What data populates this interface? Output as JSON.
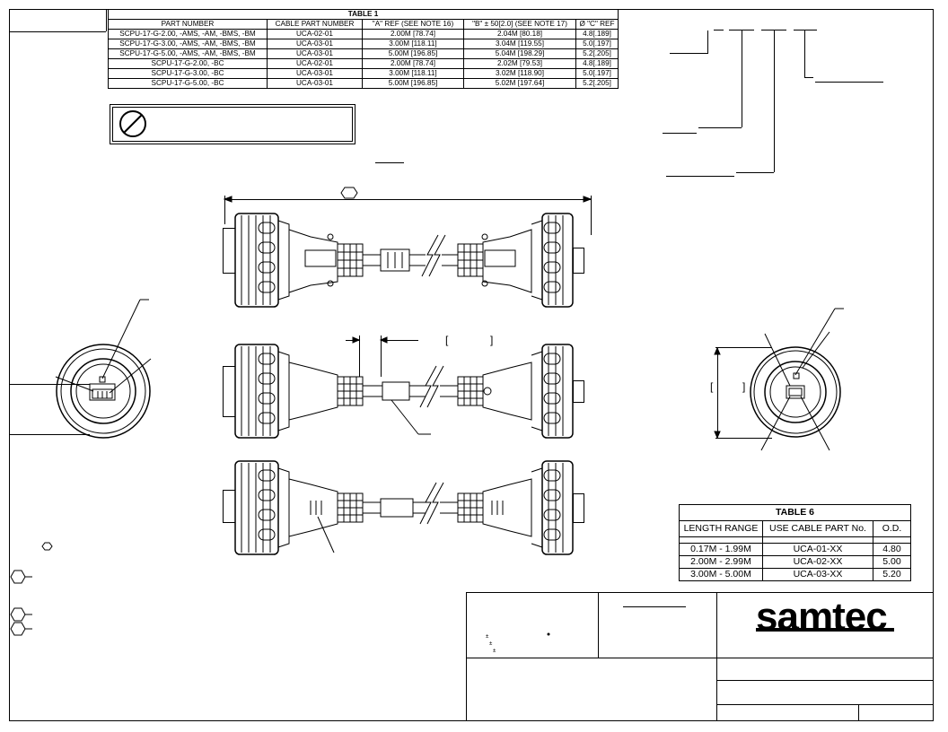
{
  "table1": {
    "title": "TABLE 1",
    "headers": [
      "PART NUMBER",
      "CABLE PART NUMBER",
      "\"A\" REF (SEE NOTE 16)",
      "\"B\" ± 50[2.0] (SEE NOTE 17)",
      "Ø \"C\" REF"
    ],
    "rows": [
      [
        "SCPU-17-G-2.00, -AMS, -AM, -BMS, -BM",
        "UCA-02-01",
        "2.00M [78.74]",
        "2.04M [80.18]",
        "4.8[.189]"
      ],
      [
        "SCPU-17-G-3.00, -AMS, -AM, -BMS, -BM",
        "UCA-03-01",
        "3.00M [118.11]",
        "3.04M [119.55]",
        "5.0[.197]"
      ],
      [
        "SCPU-17-G-5.00, -AMS, -AM, -BMS, -BM",
        "UCA-03-01",
        "5.00M [196.85]",
        "5.04M [198.29]",
        "5.2[.205]"
      ],
      [
        "SCPU-17-G-2.00, -BC",
        "UCA-02-01",
        "2.00M [78.74]",
        "2.02M [79.53]",
        "4.8[.189]"
      ],
      [
        "SCPU-17-G-3.00, -BC",
        "UCA-03-01",
        "3.00M [118.11]",
        "3.02M [118.90]",
        "5.0[.197]"
      ],
      [
        "SCPU-17-G-5.00, -BC",
        "UCA-03-01",
        "5.00M [196.85]",
        "5.02M [197.64]",
        "5.2[.205]"
      ]
    ]
  },
  "table6": {
    "title": "TABLE 6",
    "headers": [
      "LENGTH RANGE",
      "USE CABLE PART No.",
      "O.D."
    ],
    "rows": [
      [
        "0.17M - 1.99M",
        "UCA-01-XX",
        "4.80"
      ],
      [
        "2.00M - 2.99M",
        "UCA-02-XX",
        "5.00"
      ],
      [
        "3.00M - 5.00M",
        "UCA-03-XX",
        "5.20"
      ]
    ]
  },
  "logo": "samtec",
  "drawing": {
    "dim_bracket_left": "[",
    "dim_bracket_right": "]"
  }
}
